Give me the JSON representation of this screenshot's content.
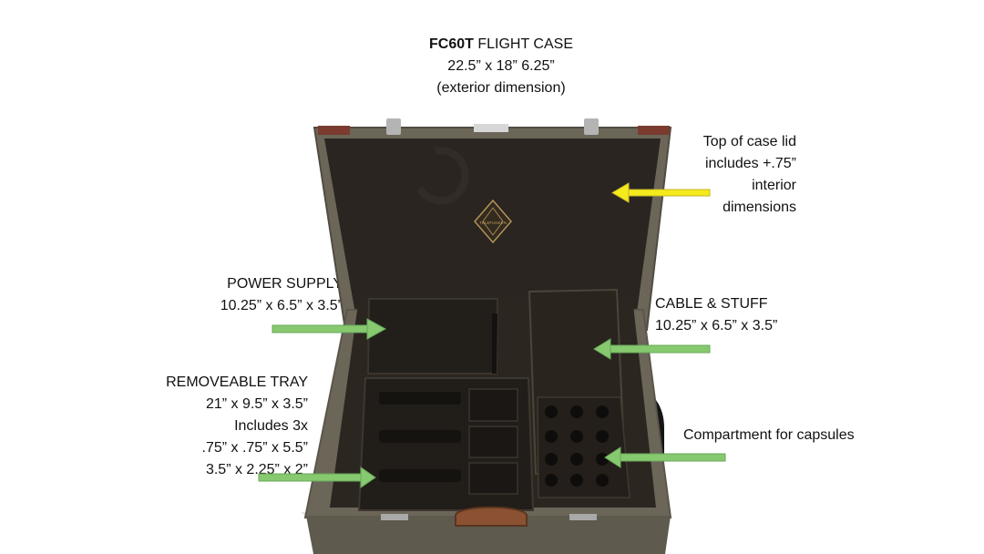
{
  "header": {
    "title_bold": "FC60T",
    "title_rest": " FLIGHT CASE",
    "dimensions": "22.5” x 18” 6.25”",
    "note": "(exterior dimension)"
  },
  "lid_callout": {
    "line1": "Top of case lid",
    "line2": "includes +.75”",
    "line3": "interior",
    "line4": "dimensions"
  },
  "power_supply": {
    "line1": "POWER SUPPLY",
    "line2": "10.25” x 6.5” x 3.5”"
  },
  "cable_stuff": {
    "line1": "CABLE & STUFF",
    "line2": "10.25” x 6.5” x 3.5”"
  },
  "tray": {
    "line1": "REMOVEABLE TRAY",
    "line2": "21” x 9.5” x 3.5”",
    "line3": "Includes 3x",
    "line4": ".75” x .75” x 5.5”",
    "line5": "3.5” x 2.25” x 2”"
  },
  "capsules": {
    "line1": "Compartment for capsules"
  },
  "logo": {
    "text": "TELEFUNKEN"
  },
  "colors": {
    "case_exterior": "#6b6658",
    "interior": "#2a2520",
    "arrow_green": "#86c96f",
    "arrow_yellow": "#f5ea1c"
  }
}
